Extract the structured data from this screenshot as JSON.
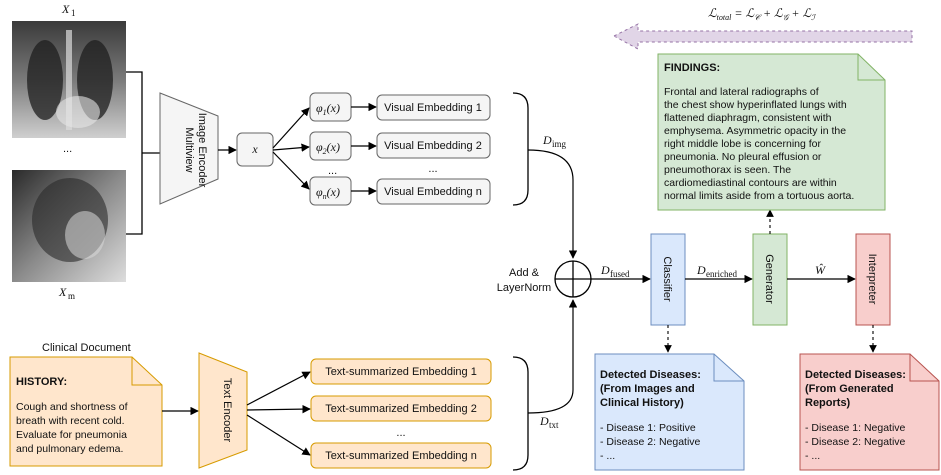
{
  "images": {
    "top_label": "X",
    "top_label_sub": "1",
    "ellipsis": "...",
    "bottom_label": "X",
    "bottom_label_sub": "m"
  },
  "encoders": {
    "image_encoder": [
      "Multiview",
      "Image Encoder"
    ],
    "text_encoder": "Text Encoder"
  },
  "x_node": "x",
  "phi_nodes": [
    {
      "phi": "φ",
      "sub": "1",
      "arg": "(x)"
    },
    {
      "phi": "φ",
      "sub": "2",
      "arg": "(x)"
    },
    {
      "phi": "φ",
      "sub": "n",
      "arg": "(x)"
    }
  ],
  "phi_ellipsis": "...",
  "visual_embeddings": [
    "Visual Embedding 1",
    "Visual Embedding 2",
    "Visual Embedding n"
  ],
  "visual_ellipsis": "...",
  "text_embeddings": [
    "Text-summarized Embedding 1",
    "Text-summarized Embedding 2",
    "Text-summarized Embedding n"
  ],
  "text_ellipsis": "...",
  "d_img": {
    "main": "D",
    "sub": "img"
  },
  "d_txt": {
    "main": "D",
    "sub": "txt"
  },
  "d_fused": {
    "main": "D",
    "sub": "fused"
  },
  "d_enriched": {
    "main": "D",
    "sub": "enriched"
  },
  "w_hat": "Ŵ",
  "add_layernorm": [
    "Add &",
    "LayerNorm"
  ],
  "modules": {
    "classifier": "Classifier",
    "generator": "Generator",
    "interpreter": "Interpreter"
  },
  "loss": {
    "lhs": "ℒ",
    "lhs_sub": "total",
    "eq": " = ",
    "t1": "ℒ",
    "t1_sub": "𝒞",
    "t2": "ℒ",
    "t2_sub": "𝒢",
    "t3": "ℒ",
    "t3_sub": "ℐ",
    "plus": " + "
  },
  "clinical_document": {
    "caption": "Clinical Document",
    "heading": "HISTORY:",
    "lines": [
      "Cough and shortness of",
      "breath with recent cold.",
      "Evaluate for pneumonia",
      "and pulmonary edema."
    ]
  },
  "findings": {
    "heading": "FINDINGS:",
    "lines": [
      "Frontal and lateral radiographs of",
      "the chest show hyperinflated lungs with",
      "flattened diaphragm, consistent with",
      "emphysema. Asymmetric opacity in the",
      "right middle lobe is concerning for",
      "pneumonia. No pleural effusion or",
      "pneumothorax is seen. The",
      "cardiomediastinal contours are within",
      "normal limits aside from a tortuous aorta."
    ]
  },
  "detected_left": {
    "heading": [
      "Detected Diseases:",
      "(From Images and",
      "Clinical History)"
    ],
    "items": [
      "- Disease 1: Positive",
      "- Disease 2: Negative",
      "- ..."
    ]
  },
  "detected_right": {
    "heading": [
      "Detected Diseases:",
      "(From Generated",
      "Reports)"
    ],
    "items": [
      "- Disease 1: Negative",
      "- Disease 2: Negative",
      "- ..."
    ]
  },
  "colors": {
    "gray_fill": "#f5f5f5",
    "gray_stroke": "#666666",
    "orange_fill": "#ffe6cc",
    "orange_stroke": "#d79b00",
    "green_fill": "#d5e8d4",
    "green_stroke": "#82b366",
    "blue_fill": "#dae8fc",
    "blue_stroke": "#6c8ebf",
    "red_fill": "#f8cecc",
    "red_stroke": "#b85450",
    "purple_fill": "#e1d5e7",
    "purple_stroke": "#9673a6"
  }
}
